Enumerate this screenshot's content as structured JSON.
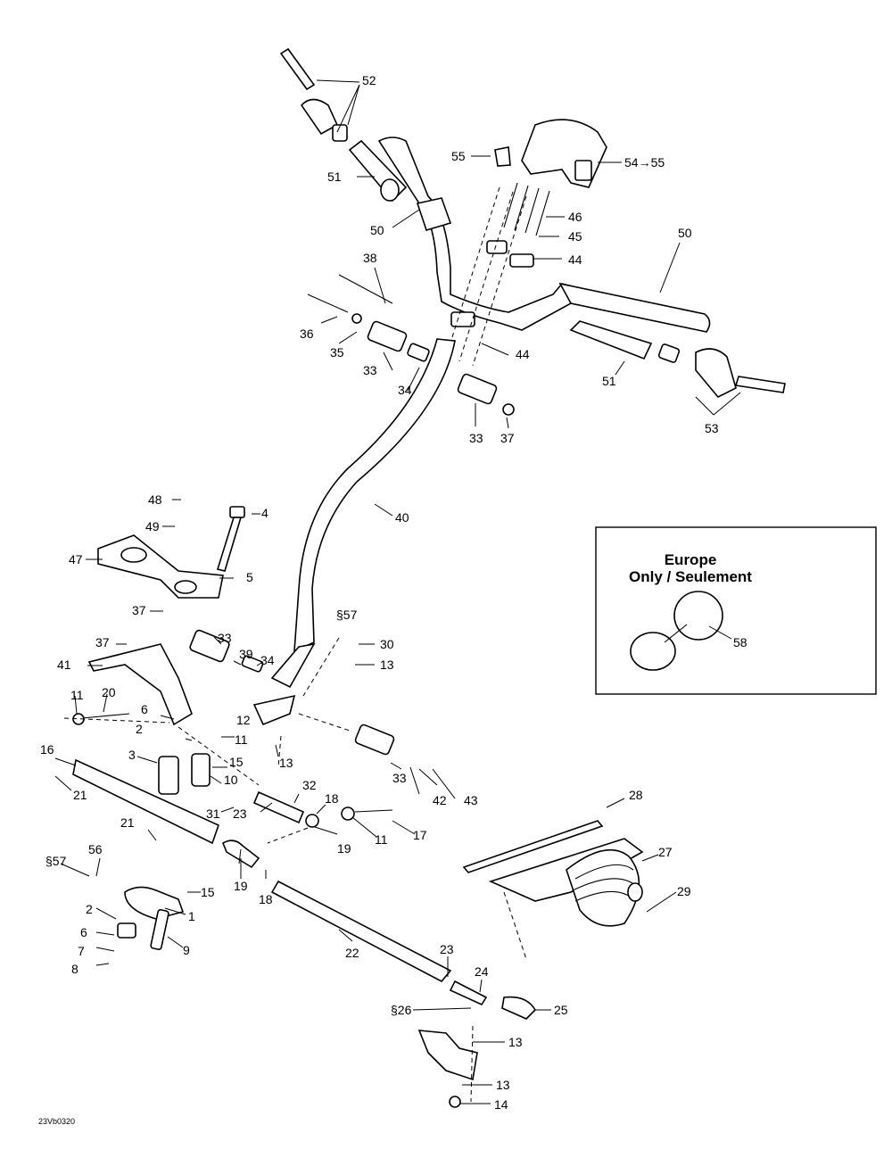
{
  "diagram": {
    "code": "23Vb0320",
    "labels": [
      "52",
      "55",
      "54→55",
      "51",
      "46",
      "45",
      "44",
      "50",
      "50",
      "38",
      "36",
      "35",
      "33",
      "34",
      "44",
      "51",
      "33",
      "37",
      "53",
      "40",
      "48",
      "4",
      "49",
      "47",
      "5",
      "37",
      "§57",
      "33",
      "37",
      "39",
      "30",
      "41",
      "34",
      "13",
      "11",
      "20",
      "6",
      "12",
      "2",
      "11",
      "16",
      "3",
      "15",
      "13",
      "10",
      "21",
      "31",
      "32",
      "23",
      "18",
      "33",
      "42",
      "43",
      "21",
      "19",
      "11",
      "17",
      "28",
      "27",
      "56",
      "§57",
      "15",
      "1",
      "19",
      "18",
      "29",
      "2",
      "9",
      "22",
      "6",
      "7",
      "8",
      "23",
      "24",
      "§26",
      "25",
      "13",
      "13",
      "14"
    ],
    "europe_box": {
      "title_line1": "Europe",
      "title_line2": "Only / Seulement",
      "part_label": "58"
    }
  }
}
